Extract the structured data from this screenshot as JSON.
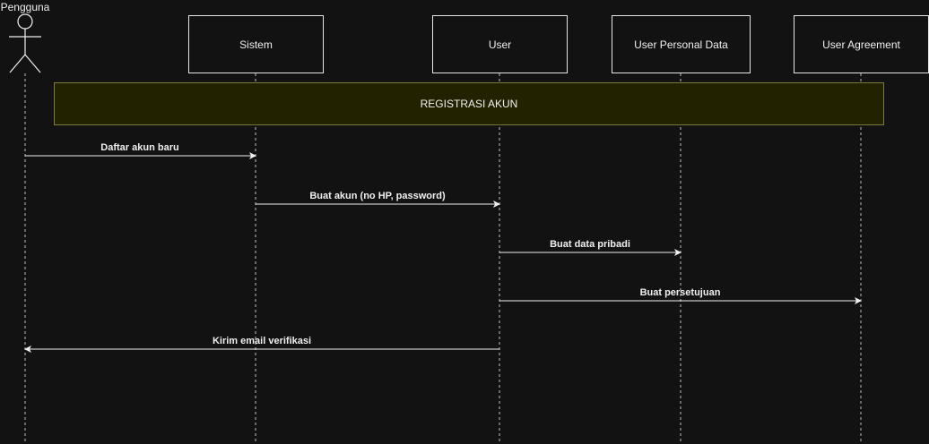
{
  "actor": {
    "label": "Pengguna"
  },
  "participants": [
    {
      "label": "Sistem"
    },
    {
      "label": "User"
    },
    {
      "label": "User Personal Data"
    },
    {
      "label": "User Agreement"
    }
  ],
  "fragment": {
    "label": "REGISTRASI AKUN"
  },
  "messages": [
    {
      "label": "Daftar akun baru",
      "from": "Pengguna",
      "to": "Sistem"
    },
    {
      "label": "Buat akun (no HP, password)",
      "from": "Sistem",
      "to": "User"
    },
    {
      "label": "Buat data pribadi",
      "from": "User",
      "to": "User Personal Data"
    },
    {
      "label": "Buat persetujuan",
      "from": "User",
      "to": "User Agreement"
    },
    {
      "label": "Kirim email verifikasi",
      "from": "User",
      "to": "Pengguna"
    }
  ]
}
